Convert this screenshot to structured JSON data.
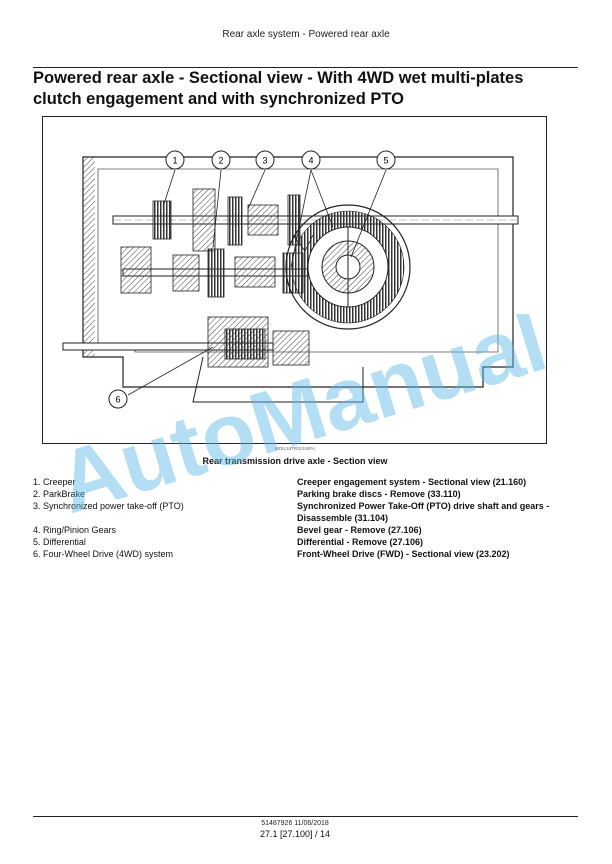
{
  "header": {
    "running_title": "Rear axle system - Powered rear axle"
  },
  "title": {
    "line1": "Powered rear axle - Sectional view - With 4WD wet multi-plates",
    "line2": "clutch engagement and with synchronized PTO"
  },
  "figure": {
    "callouts": [
      "1",
      "2",
      "3",
      "4",
      "5",
      "6"
    ],
    "image_code": "MOIL18TR01348FA",
    "caption": "Rear transmission drive axle - Section view"
  },
  "legend": {
    "items": [
      {
        "term": "1.  Creeper",
        "ref": "Creeper engagement system - Sectional view (21.160)"
      },
      {
        "term": "2.  ParkBrake",
        "ref": "Parking brake discs - Remove (33.110)"
      },
      {
        "term": "3.  Synchronized power take-off (PTO)",
        "ref": "Synchronized Power Take-Off (PTO) drive shaft and gears - Disassemble (31.104)"
      },
      {
        "term": "4.  Ring/Pinion Gears",
        "ref": "Bevel gear - Remove (27.106)"
      },
      {
        "term": "5.  Differential",
        "ref": "Differential - Remove (27.106)"
      },
      {
        "term": "6.  Four-Wheel Drive (4WD) system",
        "ref": "Front-Wheel Drive (FWD) - Sectional view (23.202)"
      }
    ]
  },
  "watermark": {
    "text": "AutoManual",
    "color": "#5bb8e8"
  },
  "footer": {
    "doc_info": "51487926 11/06/2018",
    "page_ref": "27.1 [27.100] / 14"
  }
}
